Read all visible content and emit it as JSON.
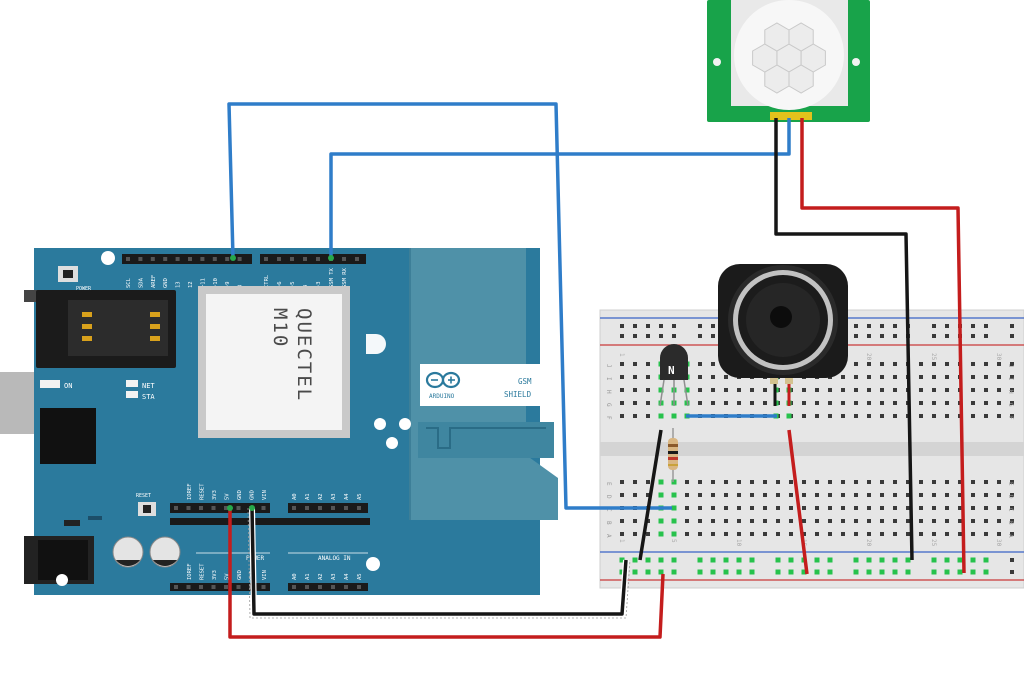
{
  "arduino": {
    "header_top_labels": [
      "SCL",
      "SDA",
      "AREF",
      "GND",
      "13",
      "12",
      "~11",
      "~10",
      "~9",
      "8"
    ],
    "header_top_labels2": [
      "CTRL",
      "~6",
      "~5",
      "4",
      "~3",
      "GSM TX",
      "GSM RX"
    ],
    "power_label": "POWER",
    "on_label": "ON",
    "net_label": "NET",
    "sta_label": "STA",
    "reset_label": "RESET",
    "power_header_labels": [
      "IOREF",
      "RESET",
      "3V3",
      "5V",
      "GND",
      "GND",
      "VIN"
    ],
    "analog_labels": [
      "A0",
      "A1",
      "A2",
      "A3",
      "A4",
      "A5"
    ],
    "power_section_label": "POWER",
    "analog_section_label": "ANALOG IN"
  },
  "module": {
    "brand_line1": "QUECTEL",
    "brand_line2": "M10"
  },
  "shield": {
    "logo_text": "ARDUINO",
    "title_line1": "GSM",
    "title_line2": "SHIELD"
  },
  "transistor": {
    "label": "N"
  },
  "breadboard": {
    "row_letters_top": [
      "J",
      "I",
      "H",
      "G",
      "F"
    ],
    "row_letters_bottom": [
      "E",
      "D",
      "C",
      "B",
      "A"
    ],
    "col_numbers": [
      "1",
      "5",
      "10",
      "15",
      "20",
      "25",
      "30"
    ]
  },
  "colors": {
    "board_blue": "#2b7a9d",
    "board_dark": "#1f6181",
    "wire_blue": "#2f7dc9",
    "wire_red": "#c41d1d",
    "wire_black": "#161616",
    "pir_green": "#18a34a"
  }
}
